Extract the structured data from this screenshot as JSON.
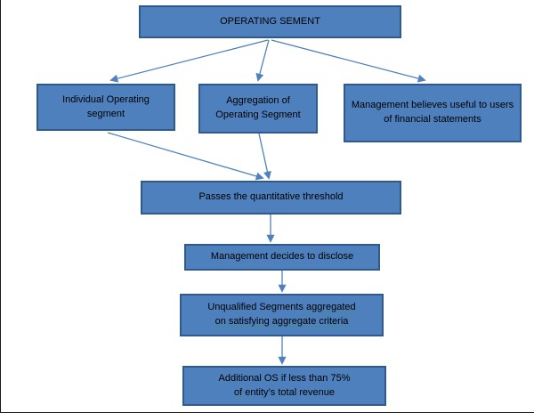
{
  "style": {
    "box_fill": "#4e80bd",
    "box_border": "#2f5a8b",
    "arrow_color": "#4f81bd",
    "text_color": "#000000",
    "squiggle_color": "#3aa03a",
    "background": "#ffffff"
  },
  "nodes": {
    "root": {
      "label": "OPERATING SEMENT"
    },
    "individual": {
      "label": "Individual Operating segment"
    },
    "aggregation": {
      "label": "Aggregation of Operating Segment"
    },
    "management_useful": {
      "label": "Management believes useful to users of financial statements"
    },
    "threshold": {
      "label": "Passes the quantitative threshold"
    },
    "decides": {
      "label": "Management decides to disclose"
    },
    "unqualified": {
      "part1": "Unqualified Segments ",
      "part2": "aggregated",
      "part3": "on satisfying aggregate criteria"
    },
    "additional": {
      "part1": "Additional OS if less than 75%",
      "part2": "of",
      "part3": " entity’s total revenue"
    }
  }
}
